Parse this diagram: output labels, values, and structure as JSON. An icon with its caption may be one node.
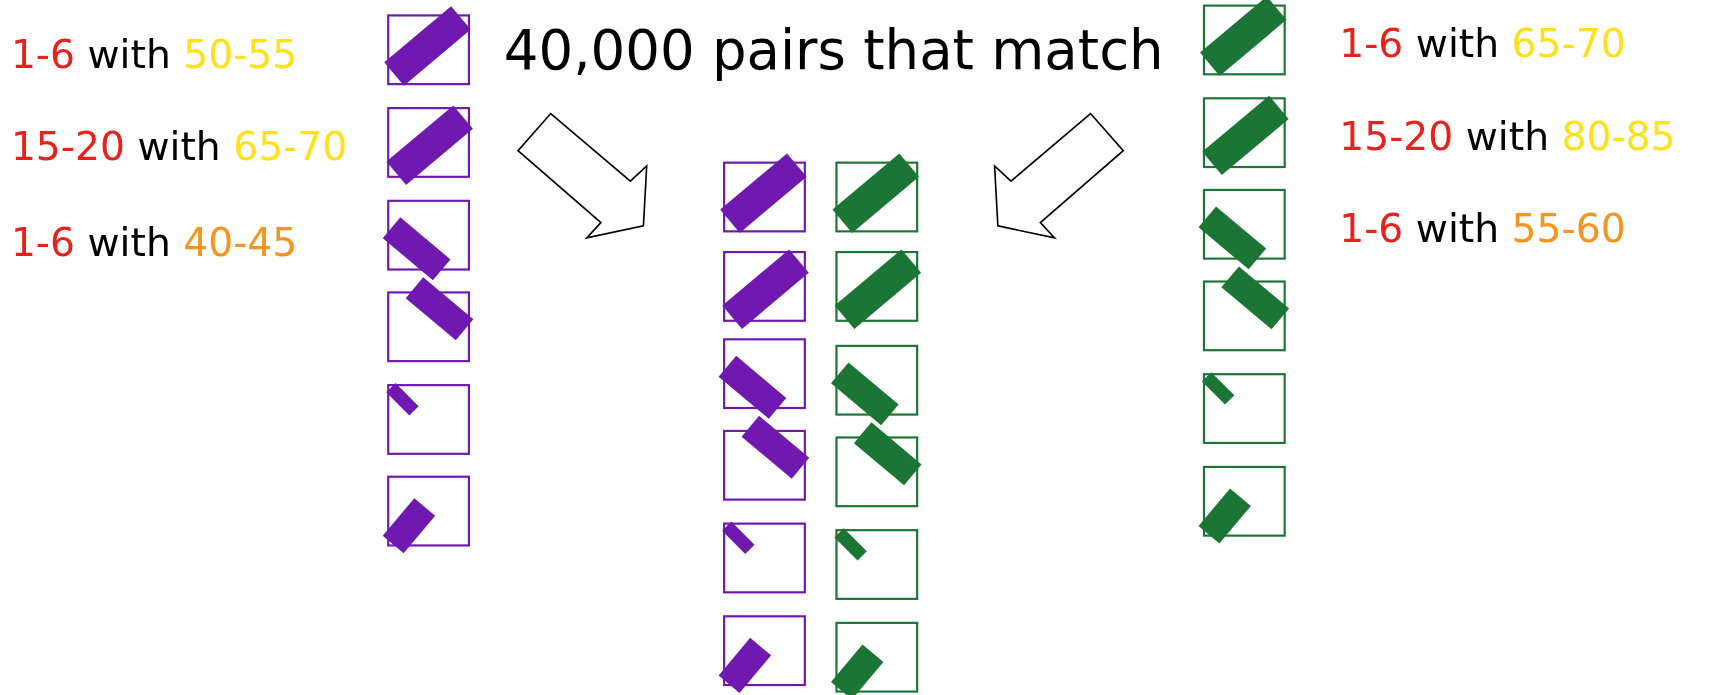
{
  "diagram": {
    "title": "40,000 pairs that match",
    "labels": [
      "1-6 with 50-55",
      "15-20 with 65-70",
      "1-6 with 40-45",
      "1-6 with 65-70",
      "15-20 with 80-85",
      "1-6 with 55-60"
    ]
  }
}
